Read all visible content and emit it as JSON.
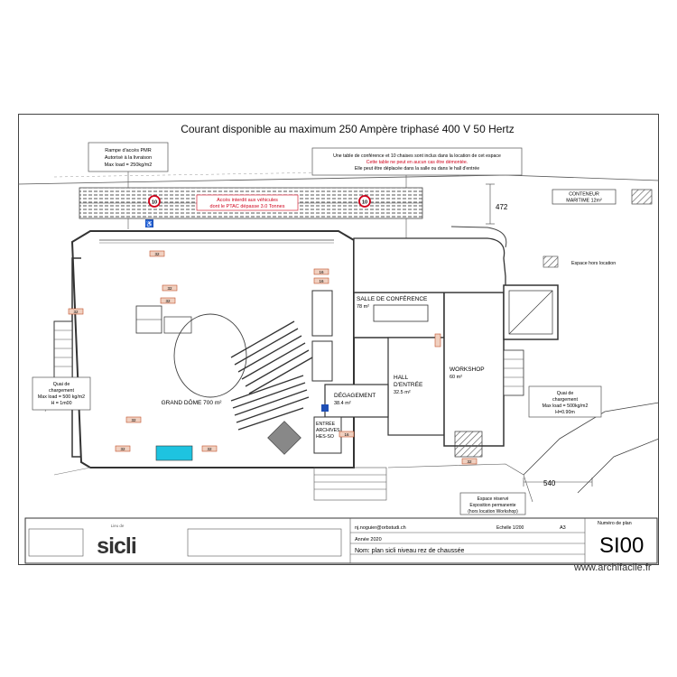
{
  "title": "Courant disponible au maximum 250 Ampère triphasé 400 V 50 Hertz",
  "notes": {
    "pmr_ramp": [
      "Rampe d'accès PMR",
      "Autorisé à la livraison",
      "Max load = 250kg/m2"
    ],
    "conference_table": [
      "Une table de conférence et 10 chaises sont inclus dans la location de cet espace",
      "Cette table ne peut en aucun cas être démontée.",
      "Elle peut être déplacée dans la salle ou dans le hall d'entrée"
    ],
    "vehicles": [
      "Accès interdit aux véhicules",
      "dont le PTAC dépasse 3.0 Tonnes"
    ],
    "container": [
      "CONTENEUR",
      "MARITIME 12m²"
    ],
    "out_of_rental": "Espace hors location",
    "quai_left": [
      "Quai de",
      "chargement",
      "Max load = 500 kg/m2",
      "H = 1m00"
    ],
    "quai_right": [
      "Quai de",
      "chargement",
      "Max load = 500kg/m2",
      "H=0.90m"
    ],
    "reserved": [
      "Espace réservé",
      "Exposition permanente",
      "(hors location Workshop)"
    ]
  },
  "rooms": {
    "grand_dome": "GRAND DÔME 700 m²",
    "salle_conf": "SALLE DE CONFÉRENCE",
    "salle_conf_area": "78 m²",
    "hall": "HALL",
    "hall2": "D'ENTRÉE",
    "hall_area": "32.5 m²",
    "workshop": "WORKSHOP",
    "workshop_area": "60 m²",
    "degagement": "DÉGAGEMENT",
    "degagement_area": "38.4 m²",
    "entree": "ENTRÉE",
    "archives": "ARCHIVES",
    "archives2": "HES-SO"
  },
  "dimensions": {
    "d472": "472",
    "d540": "540"
  },
  "speed_limit": "10",
  "tags": [
    "32",
    "32",
    "32",
    "32",
    "32",
    "16",
    "16",
    "16",
    "32",
    "32",
    "32",
    "32"
  ],
  "titleblock": {
    "logo_caption": "Lieu de",
    "logo": "sicli",
    "email": "nj.noguier@orbstudi.ch",
    "scale": "Echelle 1/200",
    "format": "A3",
    "year": "Année 2020",
    "name": "Nom: plan sicli niveau rez de chaussée",
    "plan_label": "Numéro de plan",
    "plan_number": "SI00"
  },
  "watermark": "www.archifacile.fr",
  "colors": {
    "red": "#d0021b",
    "cyan": "#1ec3e0",
    "pmr": "#1f4fb5",
    "gray": "#777777"
  }
}
